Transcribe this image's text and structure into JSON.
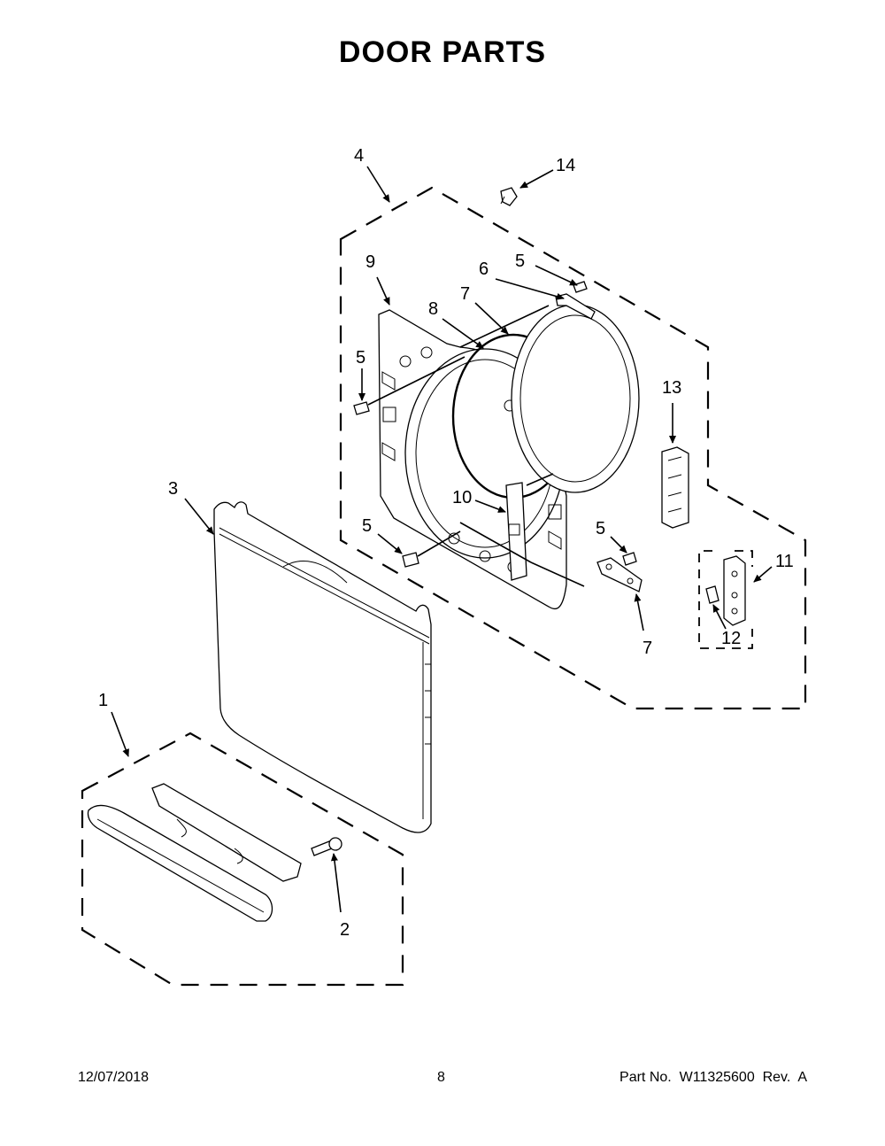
{
  "page": {
    "title": "DOOR PARTS",
    "footer": {
      "date": "12/07/2018",
      "page_number": "8",
      "part_number": "Part No.  W11325600  Rev.  A"
    }
  },
  "callouts": {
    "c1": "1",
    "c2": "2",
    "c3": "3",
    "c4": "4",
    "c5a": "5",
    "c5b": "5",
    "c5c": "5",
    "c5d": "5",
    "c6": "6",
    "c7a": "7",
    "c7b": "7",
    "c8": "8",
    "c9": "9",
    "c10": "10",
    "c11": "11",
    "c12": "12",
    "c13": "13",
    "c14": "14"
  }
}
